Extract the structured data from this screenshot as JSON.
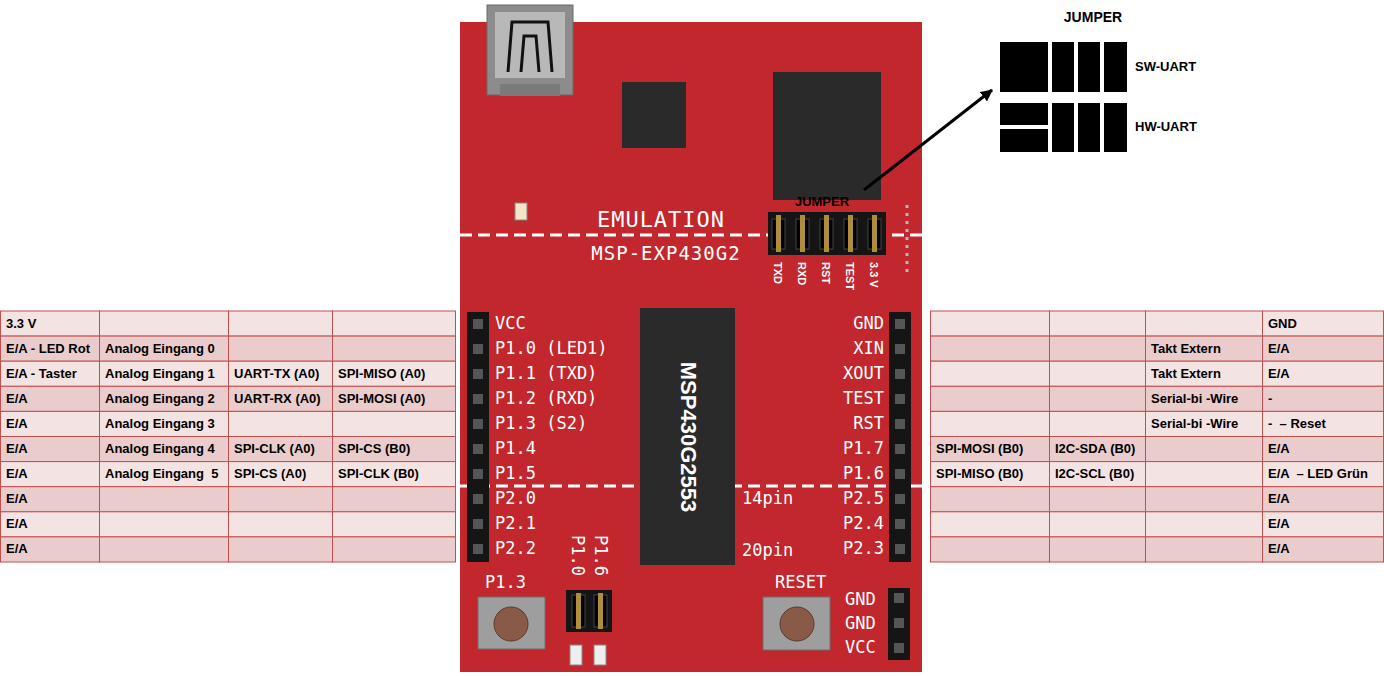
{
  "diagram": {
    "nodes": [
      {
        "text": [
          "MSP430G2553"
        ]
      }
    ],
    "labels": [
      "JUMPER",
      "SW-UART",
      "HW-UART",
      "EMULATION",
      "MSP-EXP430G2",
      "JUMPER",
      "TXD",
      "RXD",
      "RST",
      "TEST",
      "3.3 V",
      "VCC",
      "P1.0 (LED1)",
      "P1.1 (TXD)",
      "P1.2 (RXD)",
      "P1.3 (S2)",
      "P1.4",
      "P1.5",
      "P2.0",
      "P2.1",
      "P2.2",
      "GND",
      "XIN",
      "XOUT",
      "TEST",
      "RST",
      "P1.7",
      "P1.6",
      "P2.5",
      "P2.4",
      "P2.3",
      "14pin",
      "20pin",
      "P1.6",
      "P1.0",
      "P1.3",
      "RESET",
      "GND",
      "GND",
      "VCC",
      "3.3 V",
      "E/A - LED Rot",
      "Analog Eingang 0",
      "E/A - Taster",
      "Analog Eingang 1",
      "UART-TX (A0)",
      "SPI-MISO (A0)",
      "E/A",
      "Analog Eingang 2",
      "UART-RX (A0)",
      "SPI-MOSI (A0)",
      "E/A",
      "Analog Eingang 3",
      "E/A",
      "Analog Eingang 4",
      "SPI-CLK (A0)",
      "SPI-CS (B0)",
      "E/A",
      "Analog Eingang  5",
      "SPI-CS (A0)",
      "SPI-CLK (B0)",
      "E/A",
      "E/A",
      "E/A",
      "GND",
      "Takt Extern",
      "E/A",
      "Takt Extern",
      "E/A",
      "Serial-bi -Wire",
      "-",
      "Serial-bi -Wire",
      "-  – Reset",
      "SPI-MOSI (B0)",
      "I2C-SDA (B0)",
      "E/A",
      "SPI-MISO (B0)",
      "I2C-SCL (B0)",
      "E/A  – LED Grün",
      "E/A",
      "E/A",
      "E/A"
    ]
  }
}
